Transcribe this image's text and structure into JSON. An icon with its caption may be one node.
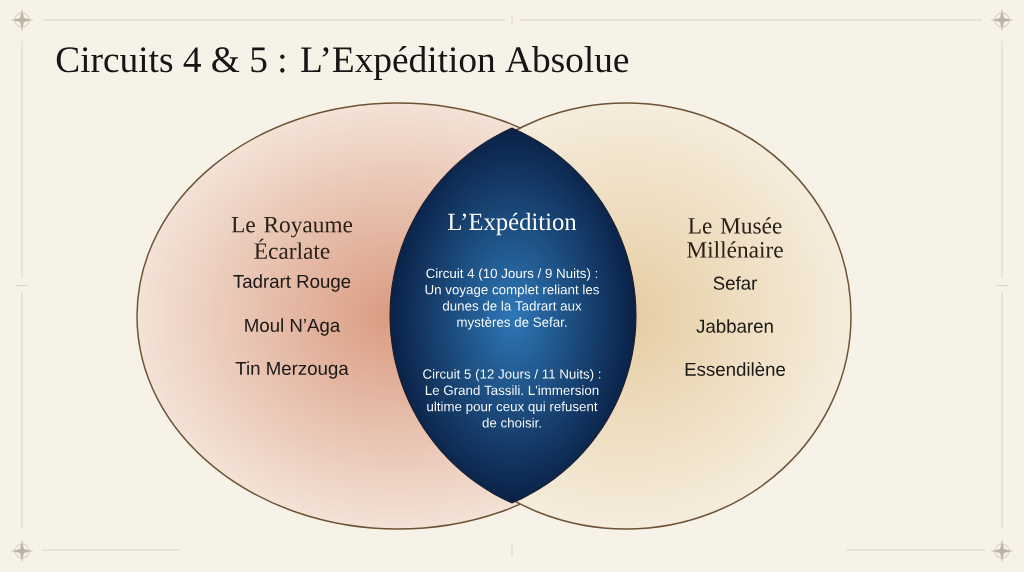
{
  "diagram": {
    "title": "Circuits 4 & 5 : L’Expédition Absolue",
    "nodes": [
      {
        "text": [
          "Le Royaume Écarlate",
          "Tadrart Rouge",
          "Moul N’Aga",
          "Tin Merzouga"
        ]
      },
      {
        "text": [
          "L’Expédition",
          "Circuit 4 (10 Jours / 9 Nuits) : Un voyage complet reliant les dunes de la Tadrart aux mystères de Sefar.",
          "Circuit 5 (12 Jours / 11 Nuits) : Le Grand Tassili. L'immersion ultime pour ceux qui refusent de choisir."
        ]
      },
      {
        "text": [
          "Le Musée Millénaire",
          "Sefar",
          "Jabbaren",
          "Essendilène"
        ]
      }
    ]
  }
}
